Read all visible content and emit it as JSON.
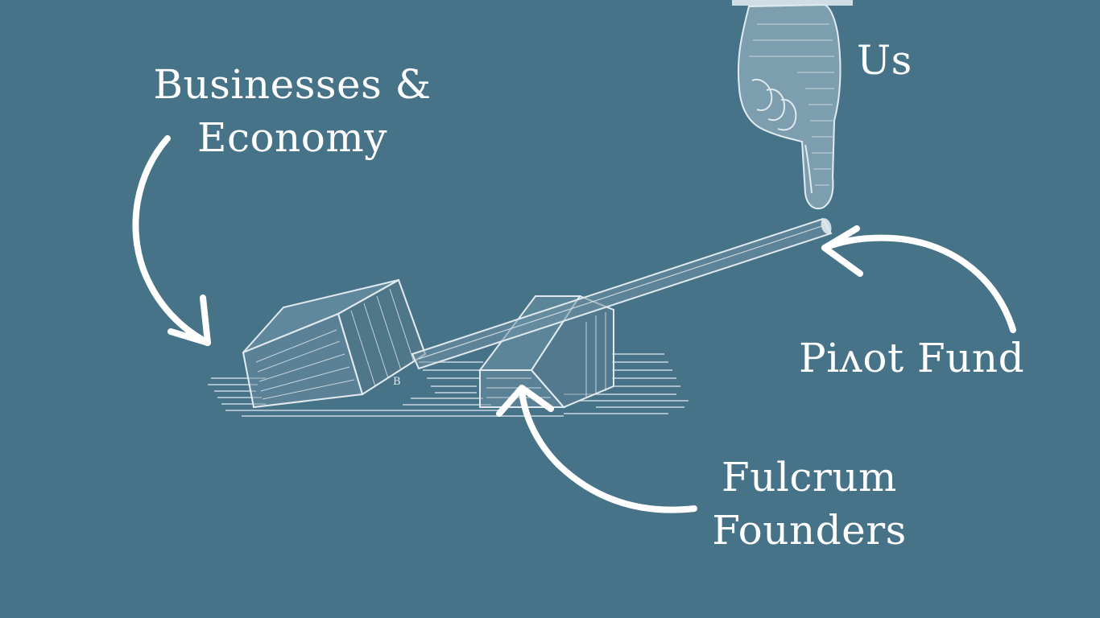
{
  "labels": {
    "business_line1": "Businesses &",
    "business_line2": "Economy",
    "us": "Us",
    "pivot": "Piʌot Fund",
    "fulcrum_line1": "Fulcrum",
    "fulcrum_line2": "Founders"
  },
  "colors": {
    "background": "#477389",
    "ink": "#ffffff",
    "sketch": "#dfe9ee"
  },
  "icons": {
    "hand": "pointing-hand-icon",
    "lever": "lever-illustration",
    "arrows": "curved-arrow-icon"
  }
}
